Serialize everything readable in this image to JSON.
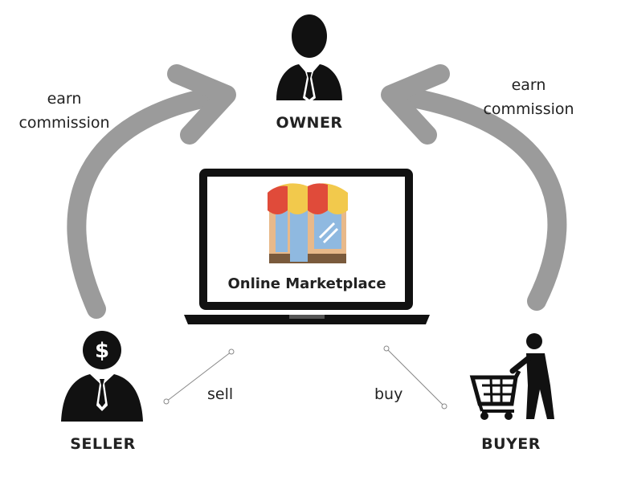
{
  "roles": {
    "owner": "OWNER",
    "seller": "SELLER",
    "buyer": "BUYER"
  },
  "center": {
    "title": "Online Marketplace"
  },
  "edges": {
    "left_commission_line1": "earn",
    "left_commission_line2": "commission",
    "right_commission_line1": "earn",
    "right_commission_line2": "commission",
    "sell": "sell",
    "buy": "buy"
  },
  "icons": {
    "owner": "businessman-icon",
    "seller": "seller-dollar-icon",
    "buyer": "shopping-cart-person-icon",
    "store": "storefront-icon",
    "laptop": "laptop-icon"
  },
  "colors": {
    "arrow": "#9b9b9b",
    "icon": "#111111",
    "awning_red": "#e04b3a",
    "awning_yellow": "#f2c94c",
    "glass": "#8fb9e0",
    "wall": "#e8b98a",
    "brick": "#7a5a3c"
  }
}
